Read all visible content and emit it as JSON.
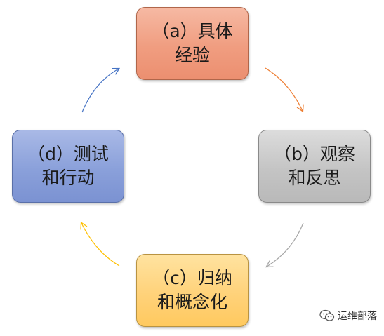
{
  "nodes": {
    "a": {
      "line1": "（a）具体",
      "line2": "经验"
    },
    "b": {
      "line1": "（b）观察",
      "line2": "和反思"
    },
    "c": {
      "line1": "（c）归纳",
      "line2": "和概念化"
    },
    "d": {
      "line1": "（d）测试",
      "line2": "和行动"
    }
  },
  "colors": {
    "a": "#f09d80",
    "b": "#c4c4c4",
    "c": "#ffd27a",
    "d": "#8aa0da",
    "arrow_ab": "#ed7d31",
    "arrow_bc": "#a6a6a6",
    "arrow_cd": "#ffc000",
    "arrow_da": "#4472c4"
  },
  "watermark": {
    "icon": "wechat-icon",
    "text": "运维部落"
  }
}
